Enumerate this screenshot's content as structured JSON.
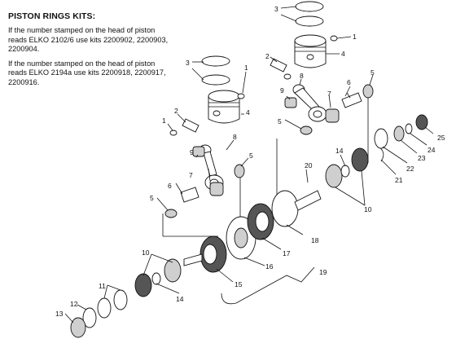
{
  "note": {
    "title": "PISTON RINGS KITS:",
    "para1": "If the number stamped on the head of piston reads ELKO 2102/6 use kits 2200902, 2200903, 2200904.",
    "para2": "If the number stamped on the head of piston reads ELKO 2194a use kits 2200918, 2200917, 2200916."
  },
  "callouts": {
    "c1a": "1",
    "c1b": "1",
    "c1c": "1",
    "c2a": "2",
    "c2b": "2",
    "c3a": "3",
    "c3b": "3",
    "c4a": "4",
    "c4b": "4",
    "c5a": "5",
    "c5b": "5",
    "c5c": "5",
    "c5d": "5",
    "c6a": "6",
    "c6b": "6",
    "c7a": "7",
    "c7b": "7",
    "c8a": "8",
    "c8b": "8",
    "c9a": "9",
    "c9b": "9",
    "c10a": "10",
    "c10b": "10",
    "c11": "11",
    "c12": "12",
    "c13": "13",
    "c14a": "14",
    "c14b": "14",
    "c15": "15",
    "c16": "16",
    "c17": "17",
    "c18": "18",
    "c19": "19",
    "c20": "20",
    "c21": "21",
    "c22": "22",
    "c23": "23",
    "c24": "24",
    "c25": "25"
  }
}
